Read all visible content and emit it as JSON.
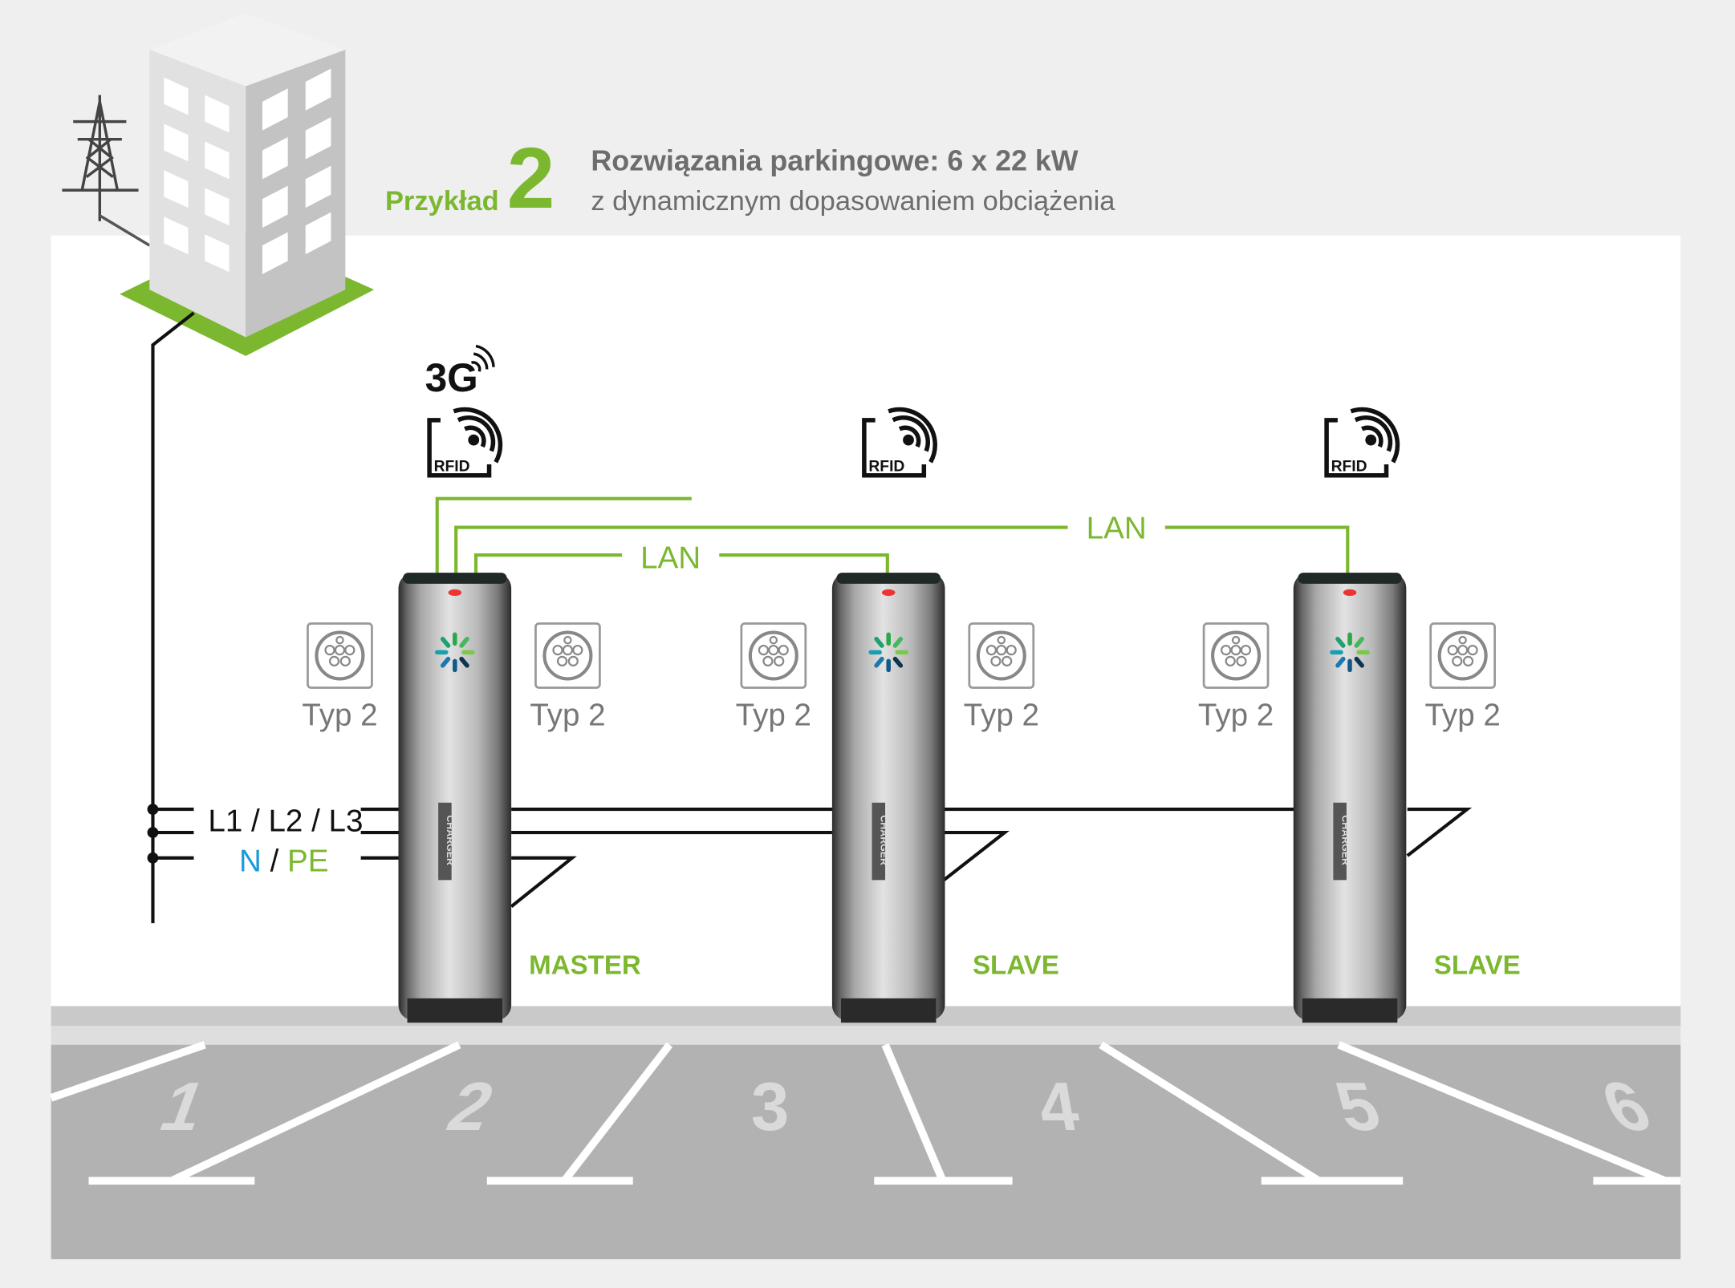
{
  "header": {
    "example_label": "Przykład",
    "example_number": "2",
    "title": "Rozwiązania parkingowe: 6 x 22 kW",
    "subtitle": "z dynamicznym dopasowaniem obciążenia"
  },
  "icons": {
    "cellular_label": "3G",
    "rfid_label": "RFID"
  },
  "network": {
    "lan_label_1": "LAN",
    "lan_label_2": "LAN"
  },
  "power": {
    "phases_label": "L1 / L2 / L3",
    "neutral_label": "N",
    "separator": " / ",
    "earth_label": "PE"
  },
  "chargers": [
    {
      "role": "MASTER",
      "socket_left": "Typ 2",
      "socket_right": "Typ 2",
      "brand": "CHARGER"
    },
    {
      "role": "SLAVE",
      "socket_left": "Typ 2",
      "socket_right": "Typ 2",
      "brand": "CHARGER"
    },
    {
      "role": "SLAVE",
      "socket_left": "Typ 2",
      "socket_right": "Typ 2",
      "brand": "CHARGER"
    }
  ],
  "parking_spots": [
    "1",
    "2",
    "3",
    "4",
    "5",
    "6"
  ],
  "colors": {
    "green": "#7cb82f",
    "blue": "#1a9ad9",
    "text_gray": "#6d6d6d",
    "asphalt": "#b2b2b2"
  }
}
